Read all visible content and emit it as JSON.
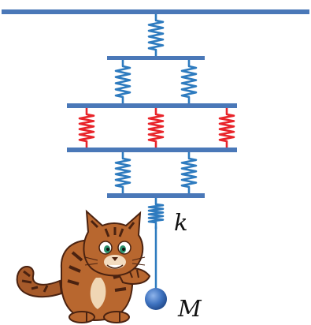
{
  "labels": {
    "spring_constant": "k",
    "mass": "M"
  },
  "figure": {
    "bars": 5,
    "spring_rows": [
      {
        "count": 1,
        "color_role": "blue"
      },
      {
        "count": 2,
        "color_role": "blue"
      },
      {
        "count": 3,
        "color_role": "red"
      },
      {
        "count": 2,
        "color_role": "blue"
      },
      {
        "count": 1,
        "color_role": "blue"
      }
    ],
    "has_cat_illustration": true
  },
  "colors": {
    "bar": "#4a78b8",
    "spring_blue": "#2e7bbf",
    "spring_red": "#e8242a",
    "rod": "#2e7bbf",
    "mass_fill": "#3f73c0",
    "cat_fur": "#a65a2a",
    "cat_dark": "#4a2210"
  }
}
